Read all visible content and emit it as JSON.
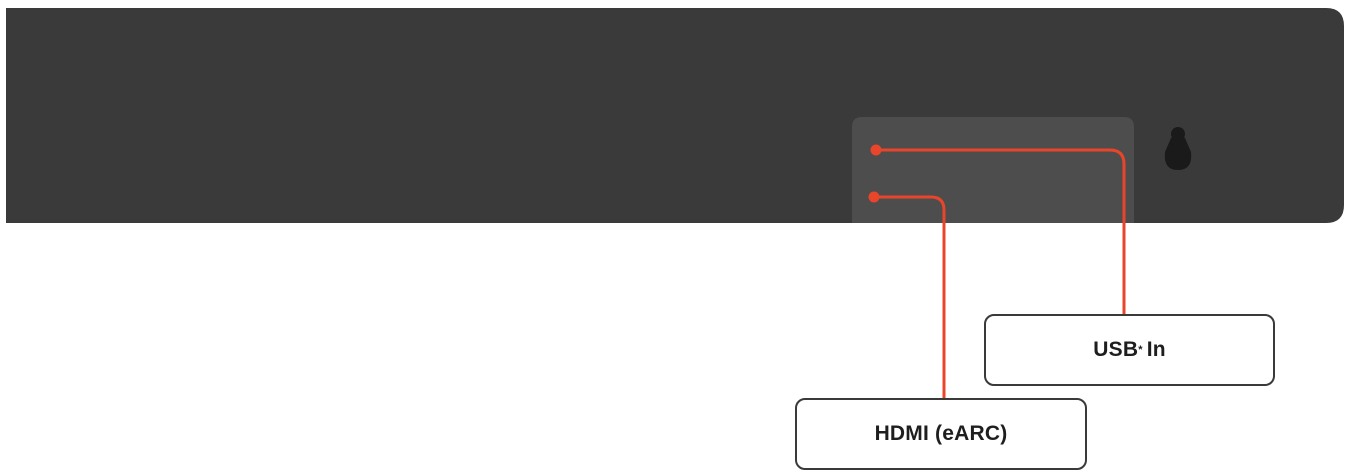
{
  "colors": {
    "device_body": "#3a3a3a",
    "port_panel": "#4d4d4d",
    "mount_hole": "#1a1a1a",
    "callout_line": "#e8452a",
    "label_border": "#3a3a3a",
    "label_text": "#1e1e1e"
  },
  "labels": {
    "usb": {
      "text": "USB",
      "superscript": "*",
      "suffix": "In"
    },
    "hdmi": {
      "text": "HDMI (eARC)"
    }
  },
  "icons": {
    "mount": "keyhole-mount-icon"
  }
}
